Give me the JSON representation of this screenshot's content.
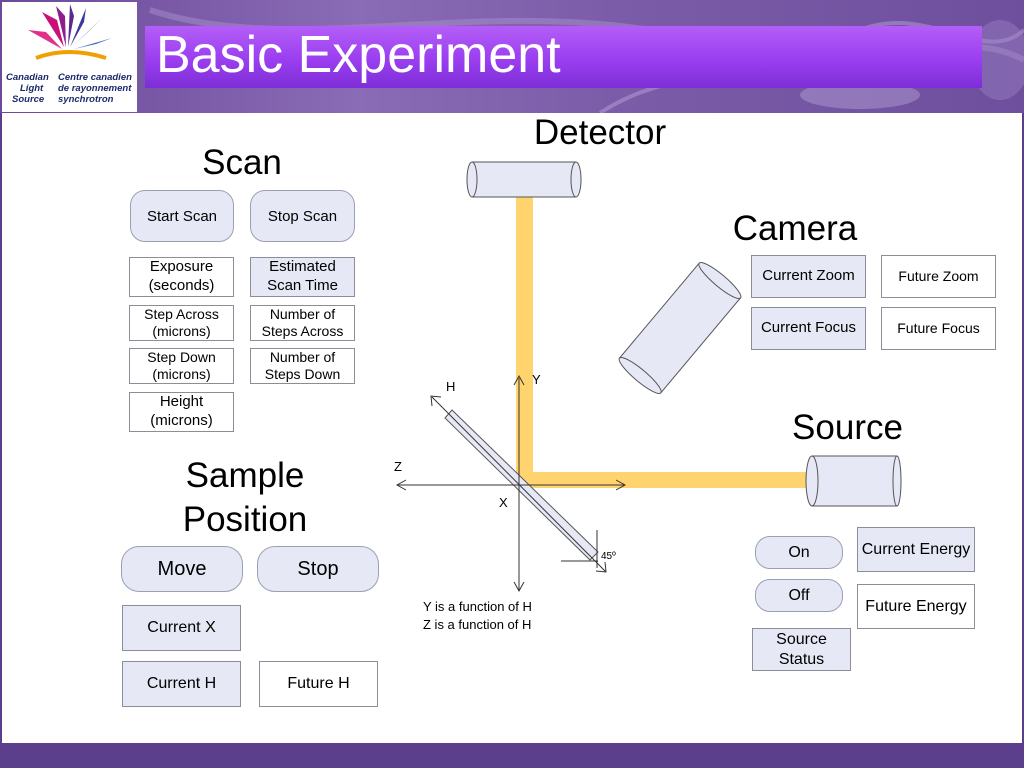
{
  "header": {
    "title": "Basic Experiment",
    "logo": {
      "line1_en": "Canadian",
      "line2_en": "Light",
      "line3_en": "Source",
      "line1_fr": "Centre canadien",
      "line2_fr": "de rayonnement",
      "line3_fr": "synchrotron"
    }
  },
  "scan": {
    "heading": "Scan",
    "start_label": "Start Scan",
    "stop_label": "Stop Scan",
    "exposure": "Exposure (seconds)",
    "estimated": "Estimated Scan Time",
    "step_across": "Step Across (microns)",
    "num_across": "Number of Steps Across",
    "step_down": "Step Down (microns)",
    "num_down": "Number of Steps Down",
    "height": "Height (microns)"
  },
  "sample": {
    "heading": "Sample Position",
    "move_label": "Move",
    "stop_label": "Stop",
    "current_x": "Current X",
    "current_h": "Current H",
    "future_h": "Future H"
  },
  "detector": {
    "heading": "Detector"
  },
  "camera": {
    "heading": "Camera",
    "current_zoom": "Current Zoom",
    "future_zoom": "Future Zoom",
    "current_focus": "Current Focus",
    "future_focus": "Future Focus"
  },
  "source": {
    "heading": "Source",
    "on_label": "On",
    "off_label": "Off",
    "status": "Source Status",
    "current_energy": "Current Energy",
    "future_energy": "Future Energy"
  },
  "diagram": {
    "axis_y": "Y",
    "axis_h": "H",
    "axis_z": "Z",
    "axis_x": "X",
    "angle": "45º",
    "note_line1": "Y is a function of H",
    "note_line2": "Z is a function of H"
  },
  "colors": {
    "title_bar": "#9a3ef0",
    "banner": "#7a5ca8",
    "beam": "#ffd36e",
    "control_fill": "#e6e9f5"
  }
}
